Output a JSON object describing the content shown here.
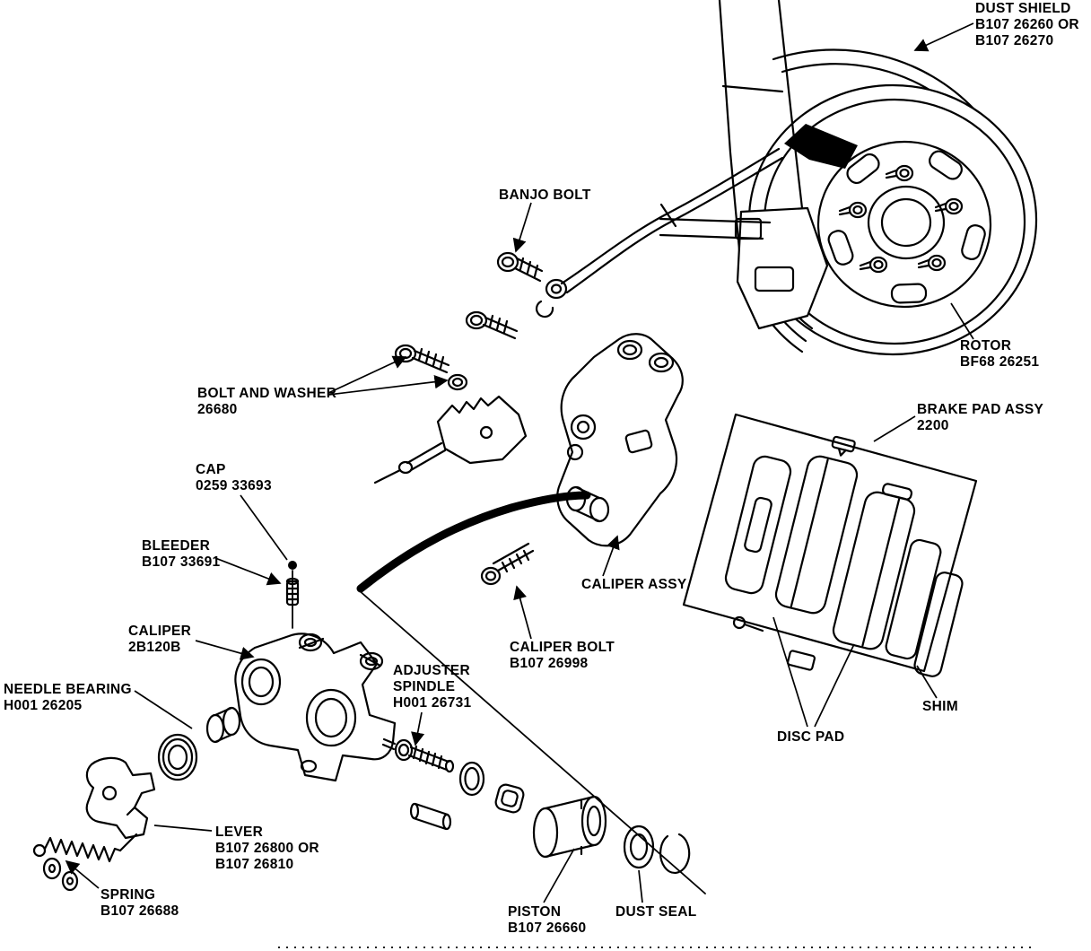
{
  "figure": {
    "colors": {
      "ink": "#000000",
      "background": "#ffffff"
    },
    "labels": {
      "dust_shield": {
        "lines": [
          "DUST SHIELD",
          "B107 26260 OR",
          "B107 26270"
        ]
      },
      "banjo_bolt": {
        "lines": [
          "BANJO BOLT"
        ]
      },
      "bolt_and_washer": {
        "lines": [
          "BOLT AND WASHER",
          "26680"
        ]
      },
      "rotor": {
        "lines": [
          "ROTOR",
          "BF68 26251"
        ]
      },
      "brake_pad_assy": {
        "lines": [
          "BRAKE PAD ASSY",
          "2200"
        ]
      },
      "cap": {
        "lines": [
          "CAP",
          "0259 33693"
        ]
      },
      "bleeder": {
        "lines": [
          "BLEEDER",
          "B107 33691"
        ]
      },
      "caliper": {
        "lines": [
          "CALIPER",
          "2B120B"
        ]
      },
      "caliper_assy": {
        "lines": [
          "CALIPER ASSY"
        ]
      },
      "caliper_bolt": {
        "lines": [
          "CALIPER BOLT",
          "B107 26998"
        ]
      },
      "needle_bearing": {
        "lines": [
          "NEEDLE BEARING",
          "H001 26205"
        ]
      },
      "adjuster_spindle": {
        "lines": [
          "ADJUSTER",
          "SPINDLE",
          "H001 26731"
        ]
      },
      "lever": {
        "lines": [
          "LEVER",
          "B107 26800 OR",
          "B107 26810"
        ]
      },
      "spring": {
        "lines": [
          "SPRING",
          "B107 26688"
        ]
      },
      "piston": {
        "lines": [
          "PISTON",
          "B107 26660"
        ]
      },
      "dust_seal": {
        "lines": [
          "DUST SEAL"
        ]
      },
      "disc_pad": {
        "lines": [
          "DISC PAD"
        ]
      },
      "shim": {
        "lines": [
          "SHIM"
        ]
      }
    }
  }
}
